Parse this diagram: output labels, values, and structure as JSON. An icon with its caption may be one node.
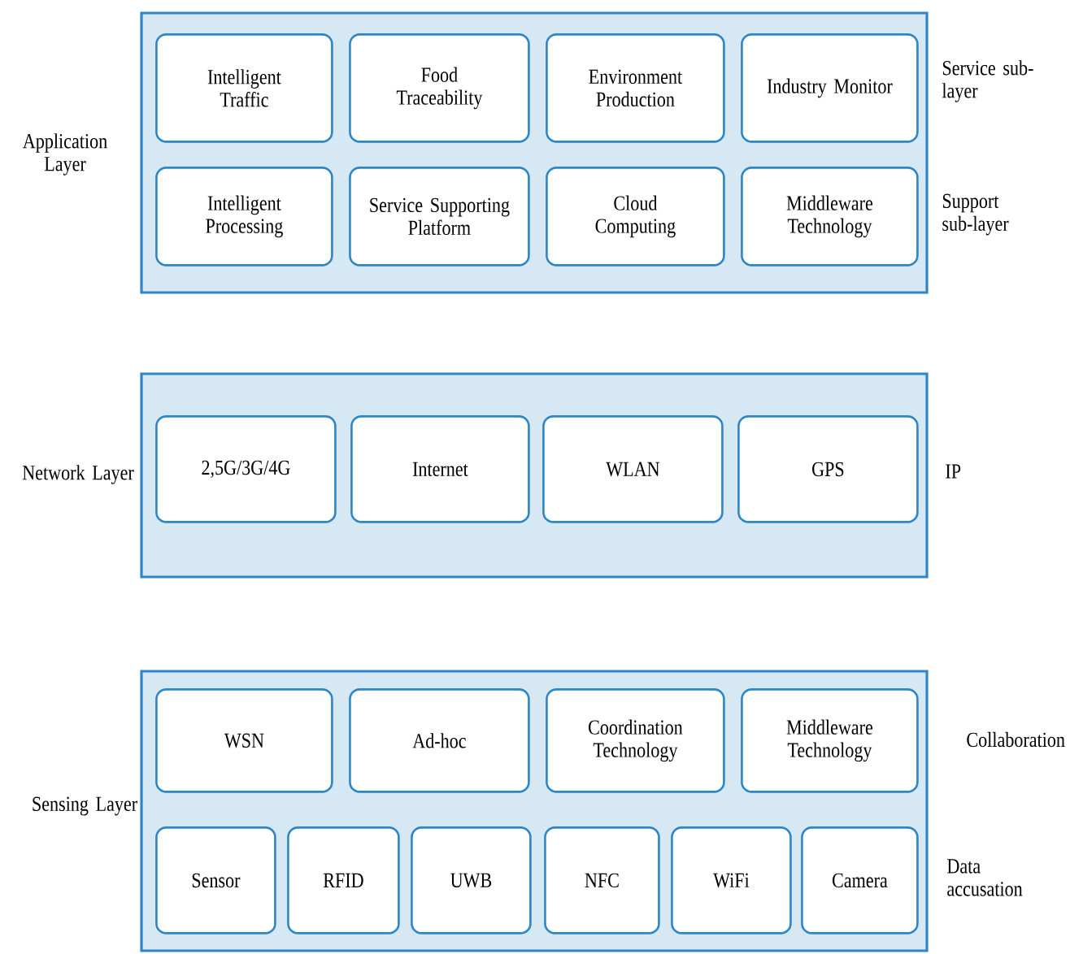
{
  "diagram": {
    "nodes": [
      {
        "text": [
          "Application Layer"
        ],
        "beside": [
          "Service sub-layer",
          "Support sub-layer"
        ]
      },
      {
        "text": [
          "Intelligent Traffic"
        ],
        "in": 0
      },
      {
        "text": [
          "Food Traceability"
        ],
        "in": 0
      },
      {
        "text": [
          "Environment Production"
        ],
        "in": 0
      },
      {
        "text": [
          "Industry Monitor"
        ],
        "in": 0
      },
      {
        "text": [
          "Intelligent Processing"
        ],
        "in": 0
      },
      {
        "text": [
          "Service Supporting Platform"
        ],
        "in": 0
      },
      {
        "text": [
          "Cloud Computing"
        ],
        "in": 0
      },
      {
        "text": [
          "Middleware Technology"
        ],
        "in": 0
      },
      {
        "text": [
          "Network Layer"
        ],
        "beside": [
          "IP"
        ]
      },
      {
        "text": [
          "2,5G/3G/4G"
        ],
        "in": 9
      },
      {
        "text": [
          "Internet"
        ],
        "in": 9
      },
      {
        "text": [
          "WLAN"
        ],
        "in": 9
      },
      {
        "text": [
          "GPS"
        ],
        "in": 9
      },
      {
        "text": [
          "Sensing Layer"
        ],
        "beside": [
          "Collaboration",
          "Data accusation"
        ]
      },
      {
        "text": [
          "WSN"
        ],
        "in": 14
      },
      {
        "text": [
          "Ad-hoc"
        ],
        "in": 14
      },
      {
        "text": [
          "Coordination Technology"
        ],
        "in": 14
      },
      {
        "text": [
          "Middleware Technology"
        ],
        "in": 14
      },
      {
        "text": [
          "Sensor"
        ],
        "in": 14
      },
      {
        "text": [
          "RFID"
        ],
        "in": 14
      },
      {
        "text": [
          "UWB"
        ],
        "in": 14
      },
      {
        "text": [
          "NFC"
        ],
        "in": 14
      },
      {
        "text": [
          "WiFi"
        ],
        "in": 14
      },
      {
        "text": [
          "Camera"
        ],
        "in": 14
      }
    ]
  }
}
